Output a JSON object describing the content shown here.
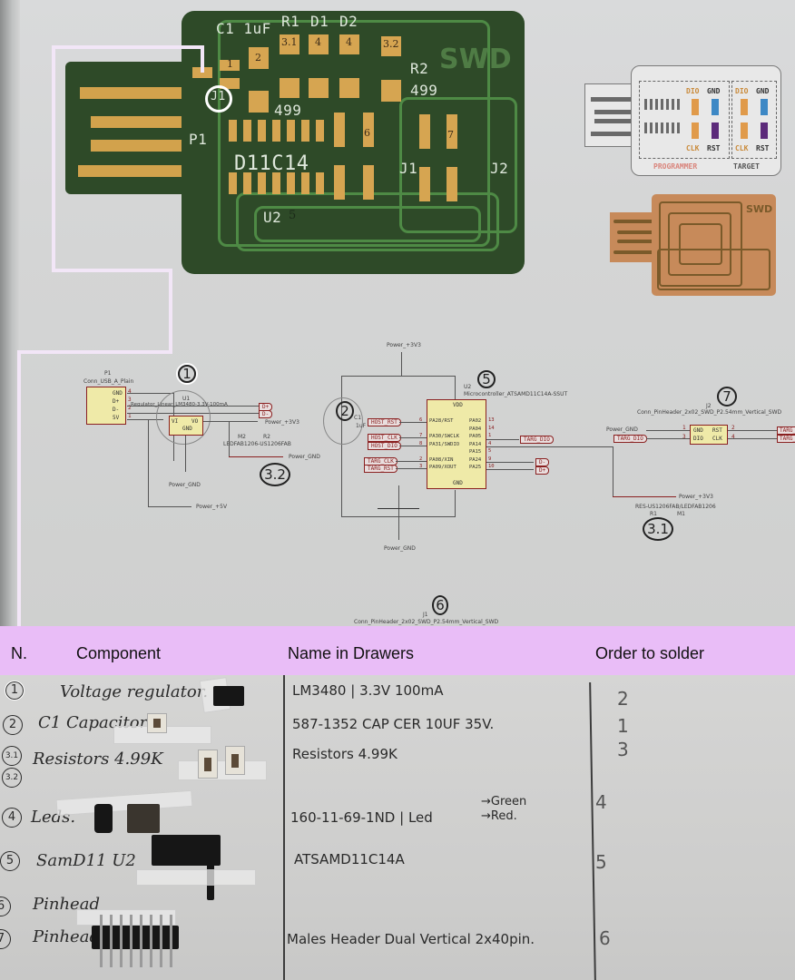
{
  "pcb": {
    "silkscreen": {
      "c1": "C1 1uF",
      "r1": "R1",
      "d1": "D1",
      "d2": "D2",
      "r2": "R2",
      "r2_value": "499",
      "r1_value": "499",
      "p1": "P1",
      "chip": "D11C14",
      "u2": "U2",
      "j1": "J1",
      "j2": "J2",
      "logo": "SWD",
      "j1_marker": "J1"
    },
    "handwritten_numbers": {
      "c1_pad": "1",
      "cap_pad": "2",
      "r1_pad": "3.1",
      "d1_pad": "4",
      "d2_pad": "4",
      "r2_pad": "3.2",
      "j1_pad": "6",
      "j2_pad": "7",
      "u2_mark": "5"
    },
    "colors": {
      "board": "#2e4a28",
      "copper": "#d6a551",
      "trace": "#4e8a45"
    }
  },
  "programmer_diagram": {
    "labels": {
      "dio_1": "DIO",
      "gnd_1": "GND",
      "clk_1": "CLK",
      "rst_1": "RST",
      "dio_2": "DIO",
      "gnd_2": "GND",
      "clk_2": "CLK",
      "rst_2": "RST",
      "programmer": "PROGRAMMER",
      "target": "TARGET"
    }
  },
  "milled_board": {
    "logo": "SWD"
  },
  "schematic": {
    "p1": {
      "ref": "P1",
      "name": "Conn_USB_A_Plain",
      "pins": [
        "GND",
        "D+",
        "D-",
        "5V"
      ],
      "pin_numbers": [
        "4",
        "3",
        "2",
        "1"
      ]
    },
    "u1": {
      "ref": "U1",
      "name": "Regulator_Linear_LM3480-3.3V-100mA",
      "pin_vi": "VI",
      "pin_vo": "VO",
      "pin_gnd": "GND"
    },
    "labels_u1": {
      "dplus": "D+",
      "dminus": "D-",
      "power_3v3": "Power_+3V3",
      "power_gnd": "Power_GND",
      "power_5v": "Power_+5V"
    },
    "led_r": {
      "m2": "M2",
      "r2": "R2",
      "desc": "LEDFAB1206-US1206FAB",
      "gnd": "Power_GND"
    },
    "u2": {
      "ref": "U2",
      "name": "Microcontroller_ATSAMD11C14A-SSUT",
      "left_pins": [
        "PA28/RST",
        "PA30/SWCLK",
        "PA31/SWDIO",
        "PA08/XIN",
        "PA09/XOUT"
      ],
      "left_nums": [
        "6",
        "7",
        "8",
        "2",
        "3"
      ],
      "right_pins": [
        "PA02",
        "PA04",
        "PA05",
        "PA14",
        "PA15",
        "PA24",
        "PA25"
      ],
      "right_nums": [
        "13",
        "14",
        "1",
        "4",
        "5",
        "9",
        "10"
      ],
      "vdd": "VDD",
      "gnd": "GND"
    },
    "c1": {
      "ref": "C1",
      "value": "1uF"
    },
    "net_labels": {
      "host_rst": "HOST_RST",
      "host_clk": "HOST_CLK",
      "host_dio": "HOST_DIO",
      "targ_clk": "TARG_CLK",
      "targ_rst": "TARG_RST",
      "targ_dio": "TARG_DIO",
      "d_minus": "D-",
      "d_plus": "D+"
    },
    "power_3v3_top": "Power_+3V3",
    "power_gnd_bottom": "Power_GND",
    "j2": {
      "ref": "J2",
      "name": "Conn_PinHeader_2x02_SWD_P2.54mm_Vertical_SWD",
      "pins": [
        "GND",
        "RST",
        "DIO",
        "CLK"
      ],
      "nums": [
        "1",
        "2",
        "3",
        "4"
      ],
      "gnd_label": "Power_GND",
      "dio_label": "TARG_DIO",
      "right_labels": [
        "TARG_",
        "TARG_"
      ]
    },
    "r1_led": {
      "desc": "RES-US1206FAB/LEDFAB1206",
      "r1": "R1",
      "m1": "M1",
      "power": "Power_+3V3"
    },
    "j1": {
      "ref": "J1",
      "name": "Conn_PinHeader_2x02_SWD_P2.54mm_Vertical_SWD"
    },
    "annotations": {
      "a1": "1",
      "a2": "2",
      "a3_2": "3.2",
      "a5": "5",
      "a7": "7",
      "a3_1": "3.1",
      "a6": "6"
    }
  },
  "table": {
    "headers": {
      "n": "N.",
      "component": "Component",
      "drawer_name": "Name in Drawers",
      "order": "Order to solder"
    },
    "rows": [
      {
        "n": "1",
        "component": "Voltage regulator.",
        "drawer_name": "LM3480 | 3.3V 100mA",
        "order": "2"
      },
      {
        "n": "2",
        "component": "C1 Capacitor",
        "drawer_name": "587-1352 CAP CER 10UF 35V.",
        "order": "1"
      },
      {
        "n": "3.1",
        "n2": "3.2",
        "component": "Resistors 4.99K",
        "drawer_name": "Resistors 4.99K",
        "order": "3"
      },
      {
        "n": "4",
        "component": "Leds.",
        "drawer_name": "160-11-69-1ND | Led",
        "drawer_extra_1": "→Green",
        "drawer_extra_2": "→Red.",
        "order": "4"
      },
      {
        "n": "5",
        "component": "SamD11 U2",
        "drawer_name": "ATSAMD11C14A",
        "order": "5"
      },
      {
        "n": "6",
        "component": "Pinhead",
        "drawer_name": "",
        "order": ""
      },
      {
        "n": "7",
        "component": "Pinhead",
        "drawer_name": "Males Header Dual Vertical 2x40pin.",
        "order": "6"
      }
    ],
    "colors": {
      "header_bg": "#e9bdf7",
      "outline": "#f2e6f7"
    }
  }
}
